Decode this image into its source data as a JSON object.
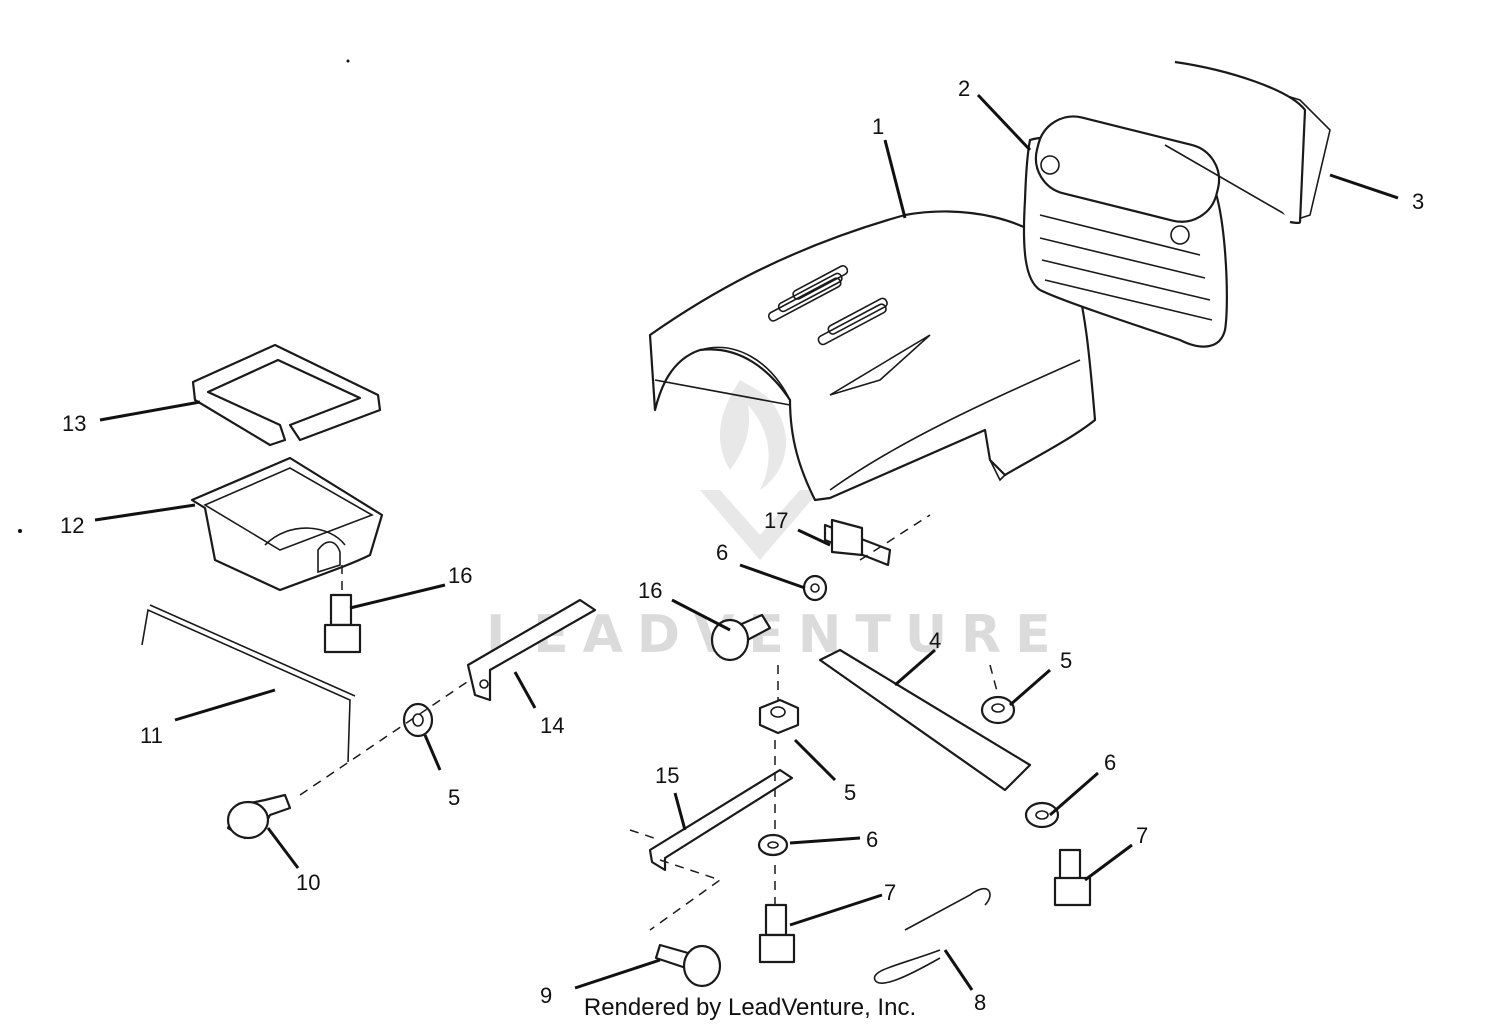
{
  "watermark": "LEADVENTURE",
  "footer": "Rendered by LeadVenture, Inc.",
  "callouts": [
    {
      "id": "c1",
      "label": "1"
    },
    {
      "id": "c2",
      "label": "2"
    },
    {
      "id": "c3",
      "label": "3"
    },
    {
      "id": "c4",
      "label": "4"
    },
    {
      "id": "c5a",
      "label": "5"
    },
    {
      "id": "c5b",
      "label": "5"
    },
    {
      "id": "c5c",
      "label": "5"
    },
    {
      "id": "c6a",
      "label": "6"
    },
    {
      "id": "c6b",
      "label": "6"
    },
    {
      "id": "c6c",
      "label": "6"
    },
    {
      "id": "c7a",
      "label": "7"
    },
    {
      "id": "c7b",
      "label": "7"
    },
    {
      "id": "c8",
      "label": "8"
    },
    {
      "id": "c9",
      "label": "9"
    },
    {
      "id": "c10",
      "label": "10"
    },
    {
      "id": "c11",
      "label": "11"
    },
    {
      "id": "c12",
      "label": "12"
    },
    {
      "id": "c13",
      "label": "13"
    },
    {
      "id": "c14",
      "label": "14"
    },
    {
      "id": "c15",
      "label": "15"
    },
    {
      "id": "c16a",
      "label": "16"
    },
    {
      "id": "c16b",
      "label": "16"
    },
    {
      "id": "c17",
      "label": "17"
    }
  ]
}
